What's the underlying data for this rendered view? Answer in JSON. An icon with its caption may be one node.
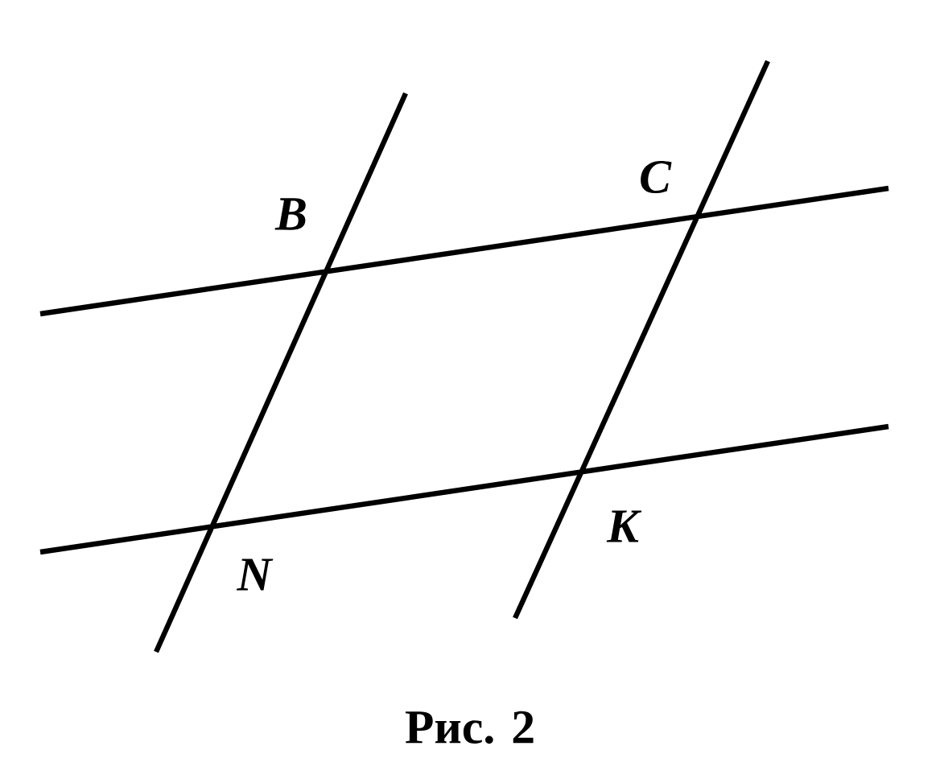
{
  "diagram": {
    "caption": "Рис. 2",
    "labels": [
      "B",
      "C",
      "N",
      "K"
    ]
  }
}
